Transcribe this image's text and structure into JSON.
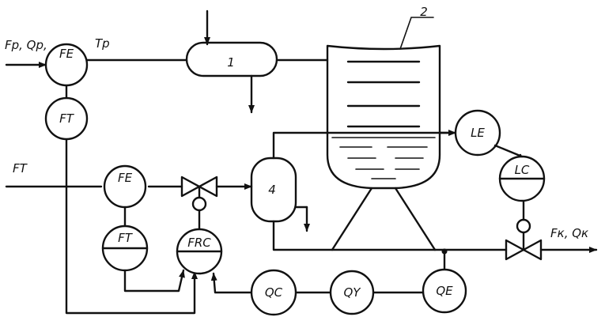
{
  "streams": {
    "feed": "Fр, Qр,",
    "feed_temp": "Тр",
    "fuel": "FT",
    "product": "Fк, Qк"
  },
  "equipment": {
    "heater": "1",
    "reactor": "2",
    "separator": "4"
  },
  "instruments": {
    "fe_feed": "FE",
    "ft_feed": "FT",
    "fe_fuel": "FE",
    "ft_fuel": "FT",
    "frc": "FRC",
    "qc": "QC",
    "qy": "QY",
    "qe": "QE",
    "le": "LE",
    "lc": "LC"
  }
}
